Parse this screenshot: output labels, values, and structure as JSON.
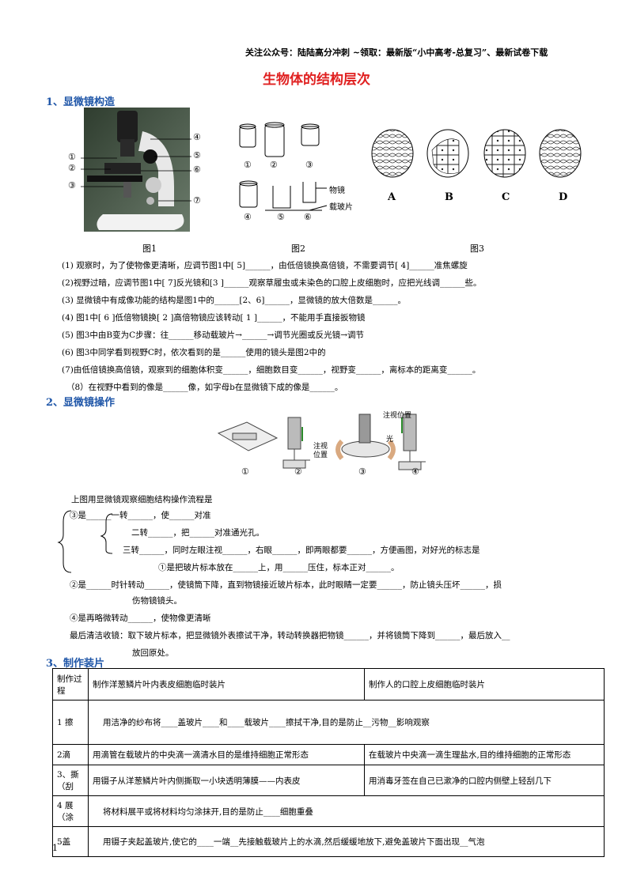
{
  "header_note": "关注公众号：陆陆高分冲刺  ~领取：最新版“小中高考-总复习”、最新试卷下载",
  "title": "生物体的结构层次",
  "section1": {
    "heading": "1、显微镜构造",
    "fig1_labels": [
      "④",
      "⑤",
      "⑥",
      "⑦",
      "①",
      "②",
      "③"
    ],
    "fig2_labels": [
      "①",
      "②",
      "③",
      "④",
      "⑤",
      "⑥",
      "物镜",
      "载玻片"
    ],
    "fig3_labels": [
      "A",
      "B",
      "C",
      "D"
    ],
    "captions": [
      "图1",
      "图2",
      "图3"
    ],
    "lines": [
      "(1) 观察时，为了使物像更清晰，应调节图1中[ 5]______，由低倍镜换高倍镜，不需要调节[ 4]______准焦螺旋",
      "(2)视野过暗，应调节图1中[ 7]反光镜和[3 ]______观察草履虫或未染色的口腔上皮细胞时，应把光线调______些。",
      "(3) 显微镜中有成像功能的结构是图1中的______[2、6]______，显微镜的放大倍数是______。",
      "(4) 图1中[ 6 ]低倍物镜换[ 2 ]高倍物镜应该转动[ 1 ]______，不能用手直接扳物镜",
      "(5) 图3中由B变为C步骤：往______移动载玻片→______→调节光圈或反光镜→调节",
      "(6) 图3中同学看到视野C时，依次看到的是______使用的镜头是图2中的",
      "(7)由低倍镜换高倍镜，观察到的细胞体积变______，细胞数目变______，视野变______，离标本的距离变______。",
      "（8）在视野中看到的像是______像，如字母b在显微镜下成的像是______。"
    ]
  },
  "section2": {
    "heading": "2、显微镜操作",
    "diagram_labels": [
      "①",
      "②",
      "③",
      "④",
      "注视位置",
      "光",
      "注视位置"
    ],
    "intro": "上图用显微镜观察细胞结构操作流程是",
    "lines": [
      "③是______一转______，使______对准",
      "二转______，把______对准通光孔。",
      "三转______，同时左眼注视______，右眼______，即两眼都要______，方便画图，对好光的标志是",
      "①是把玻片标本放在______上，用______压住，标本正对______。",
      "②是______时针转动______，使镜筒下降，直到物镜接近玻片标本，此时眼睛一定要______，防止镜头压坏______，损",
      "伤物镜镜头。",
      "④是再略微转动______，使物像更清晰",
      "最后清洁收镜：取下玻片标本，把显微镜外表擦试干净，转动转换器把物镜______，并将镜筒下降到______，最后放入__",
      "放回原处。"
    ]
  },
  "section3": {
    "heading": "3、制作装片",
    "col_headers": [
      "制作过程",
      "制作洋葱鳞片叶内表皮细胞临时装片",
      "制作人的口腔上皮细胞临时装片"
    ],
    "rows": [
      {
        "step": "1 擦",
        "merged": "用洁净的纱布将____盖玻片____和____载玻片____擦拭干净,目的是防止__污物__影响观察"
      },
      {
        "step": "2滴",
        "left": "用滴管在载玻片的中央滴一滴清水目的是维持细胞正常形态",
        "right": "在载玻片中央滴一滴生理盐水,目的维持细胞的正常形态"
      },
      {
        "step": "3、撕（刮",
        "left": "用镊子从洋葱鳞片叶内侧撕取一小块透明薄膜——内表皮",
        "right": "用消毒牙签在自己已漱净的口腔内侧壁上轻刮几下"
      },
      {
        "step": "4 展（涂",
        "merged": "将材料展平或将材料均匀涂抹开,目的是防止____细胞重叠"
      },
      {
        "step": "5盖",
        "merged": "用镊子夹起盖玻片,使它的____一端__先接触载玻片上的水滴,然后缓缓地放下,避免盖玻片下面出现__气泡"
      }
    ]
  },
  "page_number": "1",
  "colors": {
    "title": "#e02020",
    "heading": "#1f56a8",
    "blank_line": "#dd3333"
  }
}
